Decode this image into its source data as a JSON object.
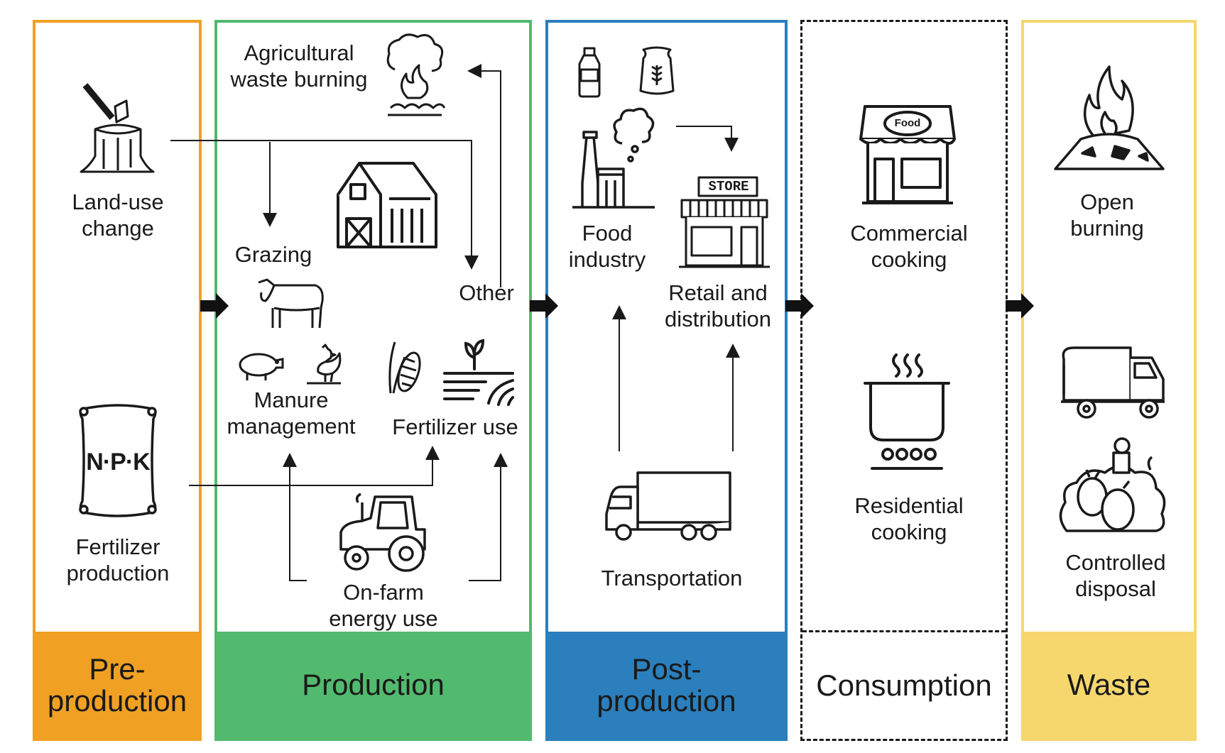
{
  "colors": {
    "pre_production": "#F0A023",
    "production": "#52BA6E",
    "post_production": "#2B7FBD",
    "consumption": "#1a1a1a",
    "waste": "#F5D76E"
  },
  "stages": {
    "pre_production": {
      "title": "Pre-\nproduction",
      "items": {
        "land_use": "Land-use\nchange",
        "fertilizer_production": "Fertilizer\nproduction"
      },
      "icons": [
        "tree-stump-axe-icon",
        "npk-fertilizer-bag-icon"
      ]
    },
    "production": {
      "title": "Production",
      "items": {
        "ag_burning": "Agricultural\nwaste burning",
        "grazing": "Grazing",
        "other": "Other",
        "manure": "Manure\nmanagement",
        "fertilizer_use": "Fertilizer use",
        "energy": "On-farm\nenergy use"
      },
      "icons": [
        "fire-smoke-icon",
        "barn-icon",
        "cow-icon",
        "pig-icon",
        "rooster-icon",
        "corn-icon",
        "crop-field-icon",
        "tractor-icon"
      ]
    },
    "post_production": {
      "title": "Post-\nproduction",
      "items": {
        "food_industry": "Food\nindustry",
        "retail": "Retail and\ndistribution",
        "transportation": "Transportation"
      },
      "store_sign": "STORE",
      "icons": [
        "bottle-icon",
        "grain-bag-icon",
        "factory-icon",
        "store-icon",
        "truck-icon"
      ]
    },
    "consumption": {
      "title": "Consumption",
      "items": {
        "commercial": "Commercial\ncooking",
        "residential": "Residential\ncooking"
      },
      "food_sign": "Food",
      "icons": [
        "restaurant-icon",
        "cooking-pot-icon"
      ]
    },
    "waste": {
      "title": "Waste",
      "items": {
        "open_burning": "Open\nburning",
        "controlled_disposal": "Controlled\ndisposal"
      },
      "icons": [
        "burning-pile-icon",
        "garbage-truck-icon",
        "trash-bags-icon"
      ]
    }
  }
}
